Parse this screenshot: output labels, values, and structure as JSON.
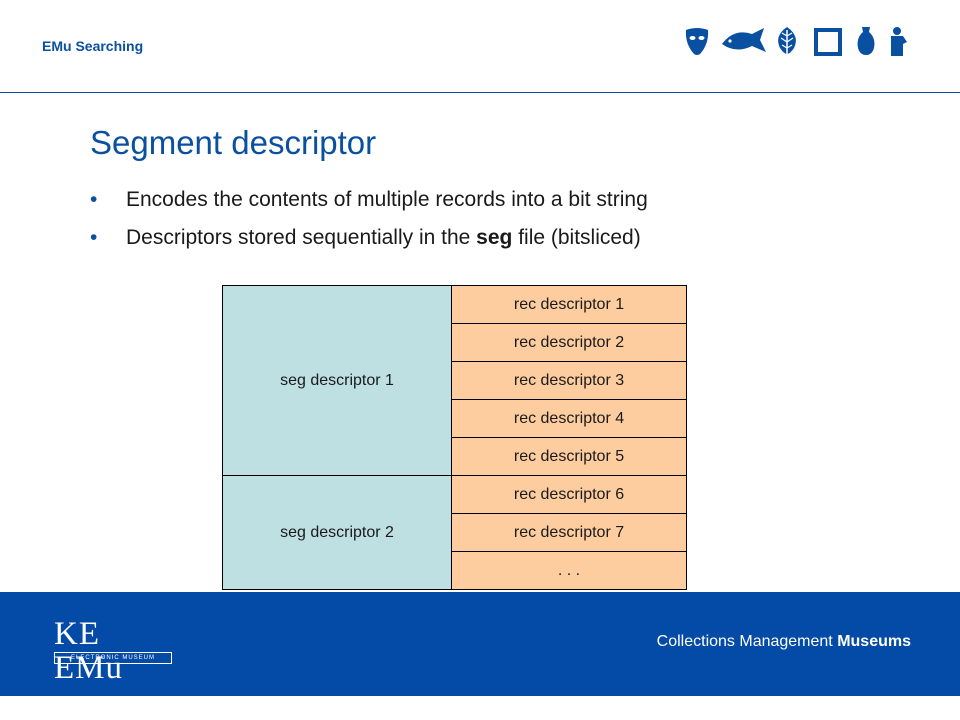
{
  "header": {
    "title": "EMu Searching",
    "icons": [
      "mask-icon",
      "fish-icon",
      "leaf-icon",
      "frame-icon",
      "vase-icon",
      "figure-icon"
    ]
  },
  "slide": {
    "title": "Segment descriptor",
    "bullets": [
      {
        "text": "Encodes the contents of multiple records into a bit string"
      },
      {
        "pre": "Descriptors stored sequentially in the ",
        "bold": "seg",
        "post": " file (bitsliced)"
      }
    ],
    "bullet_marker": "•"
  },
  "table": {
    "segments": [
      {
        "label": "seg descriptor 1",
        "records": [
          "rec descriptor 1",
          "rec descriptor 2",
          "rec descriptor 3",
          "rec descriptor 4",
          "rec descriptor 5"
        ]
      },
      {
        "label": "seg descriptor 2",
        "records": [
          "rec descriptor 6",
          "rec descriptor 7",
          ". . ."
        ]
      }
    ]
  },
  "footer": {
    "logo_main": "KE EMu",
    "logo_sub": "ELECTRONIC MUSEUM",
    "tagline_regular": "Collections Management ",
    "tagline_bold": "Museums"
  },
  "colors": {
    "brand_blue": "#0a50a1",
    "footer_blue": "#034ba6",
    "seg_fill": "#bfe0e3",
    "rec_fill": "#fdcd9f"
  }
}
